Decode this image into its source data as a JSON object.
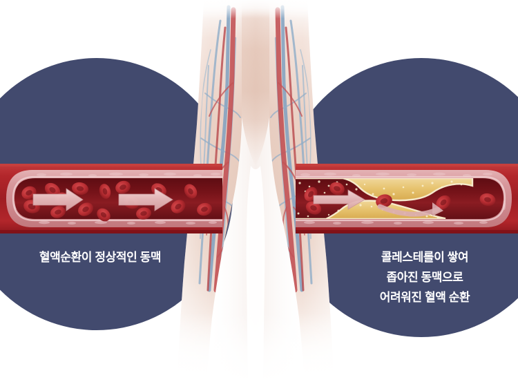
{
  "graphic": {
    "type": "medical-infographic",
    "subject": "leg-artery-blood-circulation-comparison",
    "colors": {
      "circle_navy": "#424a6e",
      "artery_outer_red": "#b7252a",
      "artery_wall_pink": "#d39298",
      "lumen_dark_red": "#6e1118",
      "blood_cell_red": "#c0272d",
      "plaque_yellow": "#e8c36a",
      "arrow_pink": "#e7b9bb",
      "caption_text": "#ffffff",
      "vein_blue": "#6f93b5",
      "artery_line_red": "#c0484a",
      "skin": "#e9cfc2"
    }
  },
  "left_panel": {
    "name": "healthy-artery",
    "caption": "혈액순환이 정상적인 동맥",
    "vessel": {
      "label": "normal-artery-cross-section",
      "plaque": false,
      "blood_cells_visible": 16,
      "flow_arrows": 2,
      "flow_state": "normal"
    }
  },
  "right_panel": {
    "name": "narrowed-artery",
    "caption_lines": [
      "콜레스테롤이 쌓여",
      "좁아진 동맥으로",
      "어려워진 혈액 순환"
    ],
    "vessel": {
      "label": "atherosclerotic-artery-cross-section",
      "plaque": true,
      "plaque_name": "cholesterol-plaque",
      "blood_cells_visible": 6,
      "flow_arrows": 2,
      "flow_state": "restricted"
    }
  },
  "center_illustration": {
    "name": "legs-vascular-anatomy",
    "description": "한 쌍의 다리 혈관 해부도",
    "vein_color": "#6f93b5",
    "artery_color": "#c0484a"
  }
}
